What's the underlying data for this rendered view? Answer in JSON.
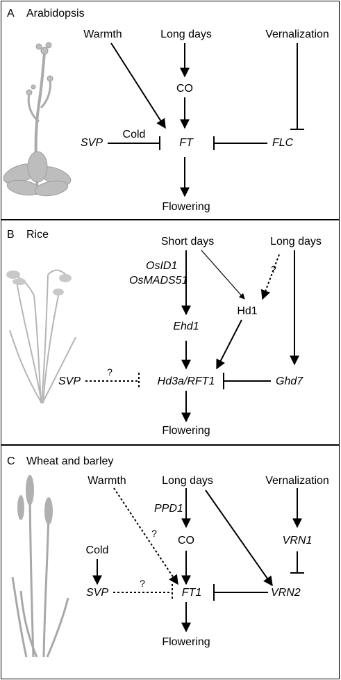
{
  "panels": [
    {
      "id": "A",
      "title": "Arabidopsis",
      "labels": {
        "warmth": "Warmth",
        "long_days": "Long days",
        "vernalization": "Vernalization",
        "co": "CO",
        "svp": "SVP",
        "cold": "Cold",
        "ft": "FT",
        "flc": "FLC",
        "flowering": "Flowering"
      }
    },
    {
      "id": "B",
      "title": "Rice",
      "labels": {
        "short_days": "Short days",
        "long_days": "Long days",
        "osid1": "OsID1",
        "osmads51": "OsMADS51",
        "ehd1": "Ehd1",
        "hd1": "Hd1",
        "question": "?",
        "svp": "SVP",
        "hd3a": "Hd3a/RFT1",
        "ghd7": "Ghd7",
        "flowering": "Flowering"
      }
    },
    {
      "id": "C",
      "title": "Wheat and barley",
      "labels": {
        "warmth": "Warmth",
        "long_days": "Long days",
        "vernalization": "Vernalization",
        "ppd1": "PPD1",
        "co": "CO",
        "vrn1": "VRN1",
        "cold": "Cold",
        "svp": "SVP",
        "ft1": "FT1",
        "vrn2": "VRN2",
        "question": "?",
        "flowering": "Flowering"
      }
    }
  ]
}
